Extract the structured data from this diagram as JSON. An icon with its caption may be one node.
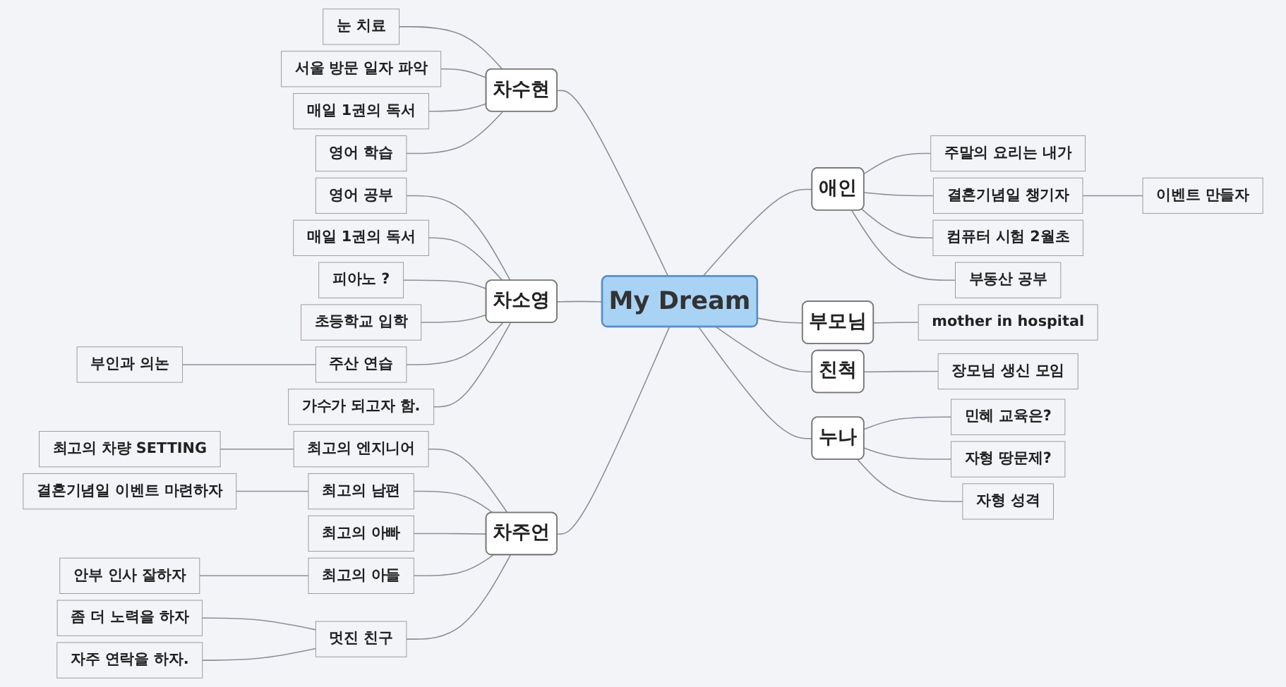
{
  "diagram": {
    "nodes": [
      {
        "text": [
          "My Dream"
        ]
      },
      {
        "text": [
          "차수현"
        ]
      },
      {
        "text": [
          "눈 치료"
        ]
      },
      {
        "text": [
          "서울 방문 일자 파악"
        ]
      },
      {
        "text": [
          "매일 1권의 독서"
        ]
      },
      {
        "text": [
          "영어 학습"
        ]
      },
      {
        "text": [
          "차소영"
        ]
      },
      {
        "text": [
          "영어 공부"
        ]
      },
      {
        "text": [
          "매일 1권의 독서"
        ]
      },
      {
        "text": [
          "피아노 ?"
        ]
      },
      {
        "text": [
          "초등학교 입학"
        ]
      },
      {
        "text": [
          "주산 연습"
        ]
      },
      {
        "text": [
          "부인과 의논"
        ]
      },
      {
        "text": [
          "가수가 되고자 함."
        ]
      },
      {
        "text": [
          "차주언"
        ]
      },
      {
        "text": [
          "최고의 엔지니어"
        ]
      },
      {
        "text": [
          "최고의 차량 SETTING"
        ]
      },
      {
        "text": [
          "최고의 남편"
        ]
      },
      {
        "text": [
          "결혼기념일 이벤트 마련하자"
        ]
      },
      {
        "text": [
          "최고의 아빠"
        ]
      },
      {
        "text": [
          "최고의 아들"
        ]
      },
      {
        "text": [
          "안부 인사 잘하자"
        ]
      },
      {
        "text": [
          "멋진 친구"
        ]
      },
      {
        "text": [
          "좀 더 노력을 하자"
        ]
      },
      {
        "text": [
          "자주 연락을 하자."
        ]
      },
      {
        "text": [
          "애인"
        ]
      },
      {
        "text": [
          "주말의 요리는 내가"
        ]
      },
      {
        "text": [
          "결혼기념일 챙기자"
        ]
      },
      {
        "text": [
          "이벤트 만들자"
        ]
      },
      {
        "text": [
          "컴퓨터 시험 2월초"
        ]
      },
      {
        "text": [
          "부동산 공부"
        ]
      },
      {
        "text": [
          "부모님"
        ]
      },
      {
        "text": [
          "mother in hospital"
        ]
      },
      {
        "text": [
          "친척"
        ]
      },
      {
        "text": [
          "장모님 생신 모임"
        ]
      },
      {
        "text": [
          "누나"
        ]
      },
      {
        "text": [
          "민혜 교육은?"
        ]
      },
      {
        "text": [
          "자형 땅문제?"
        ]
      },
      {
        "text": [
          "자형 성격"
        ]
      }
    ],
    "edges": [
      {
        "from": 1,
        "to": 0,
        "arrow": "none"
      },
      {
        "from": 2,
        "to": 1,
        "arrow": "none"
      },
      {
        "from": 3,
        "to": 1,
        "arrow": "none"
      },
      {
        "from": 4,
        "to": 1,
        "arrow": "none"
      },
      {
        "from": 5,
        "to": 1,
        "arrow": "none"
      },
      {
        "from": 6,
        "to": 0,
        "arrow": "none"
      },
      {
        "from": 7,
        "to": 6,
        "arrow": "none"
      },
      {
        "from": 8,
        "to": 6,
        "arrow": "none"
      },
      {
        "from": 9,
        "to": 6,
        "arrow": "none"
      },
      {
        "from": 10,
        "to": 6,
        "arrow": "none"
      },
      {
        "from": 11,
        "to": 6,
        "arrow": "none"
      },
      {
        "from": 12,
        "to": 11,
        "arrow": "none"
      },
      {
        "from": 13,
        "to": 6,
        "arrow": "none"
      },
      {
        "from": 14,
        "to": 0,
        "arrow": "none"
      },
      {
        "from": 15,
        "to": 14,
        "arrow": "none"
      },
      {
        "from": 16,
        "to": 15,
        "arrow": "none"
      },
      {
        "from": 17,
        "to": 14,
        "arrow": "none"
      },
      {
        "from": 18,
        "to": 17,
        "arrow": "none"
      },
      {
        "from": 19,
        "to": 14,
        "arrow": "none"
      },
      {
        "from": 20,
        "to": 14,
        "arrow": "none"
      },
      {
        "from": 21,
        "to": 20,
        "arrow": "none"
      },
      {
        "from": 22,
        "to": 14,
        "arrow": "none"
      },
      {
        "from": 23,
        "to": 22,
        "arrow": "none"
      },
      {
        "from": 24,
        "to": 22,
        "arrow": "none"
      },
      {
        "from": 0,
        "to": 25,
        "arrow": "none"
      },
      {
        "from": 25,
        "to": 26,
        "arrow": "none"
      },
      {
        "from": 25,
        "to": 27,
        "arrow": "none"
      },
      {
        "from": 27,
        "to": 28,
        "arrow": "none"
      },
      {
        "from": 25,
        "to": 29,
        "arrow": "none"
      },
      {
        "from": 25,
        "to": 30,
        "arrow": "none"
      },
      {
        "from": 0,
        "to": 31,
        "arrow": "none"
      },
      {
        "from": 31,
        "to": 32,
        "arrow": "none"
      },
      {
        "from": 0,
        "to": 33,
        "arrow": "none"
      },
      {
        "from": 33,
        "to": 34,
        "arrow": "none"
      },
      {
        "from": 0,
        "to": 35,
        "arrow": "none"
      },
      {
        "from": 35,
        "to": 36,
        "arrow": "none"
      },
      {
        "from": 35,
        "to": 37,
        "arrow": "none"
      },
      {
        "from": 35,
        "to": 38,
        "arrow": "none"
      }
    ]
  }
}
